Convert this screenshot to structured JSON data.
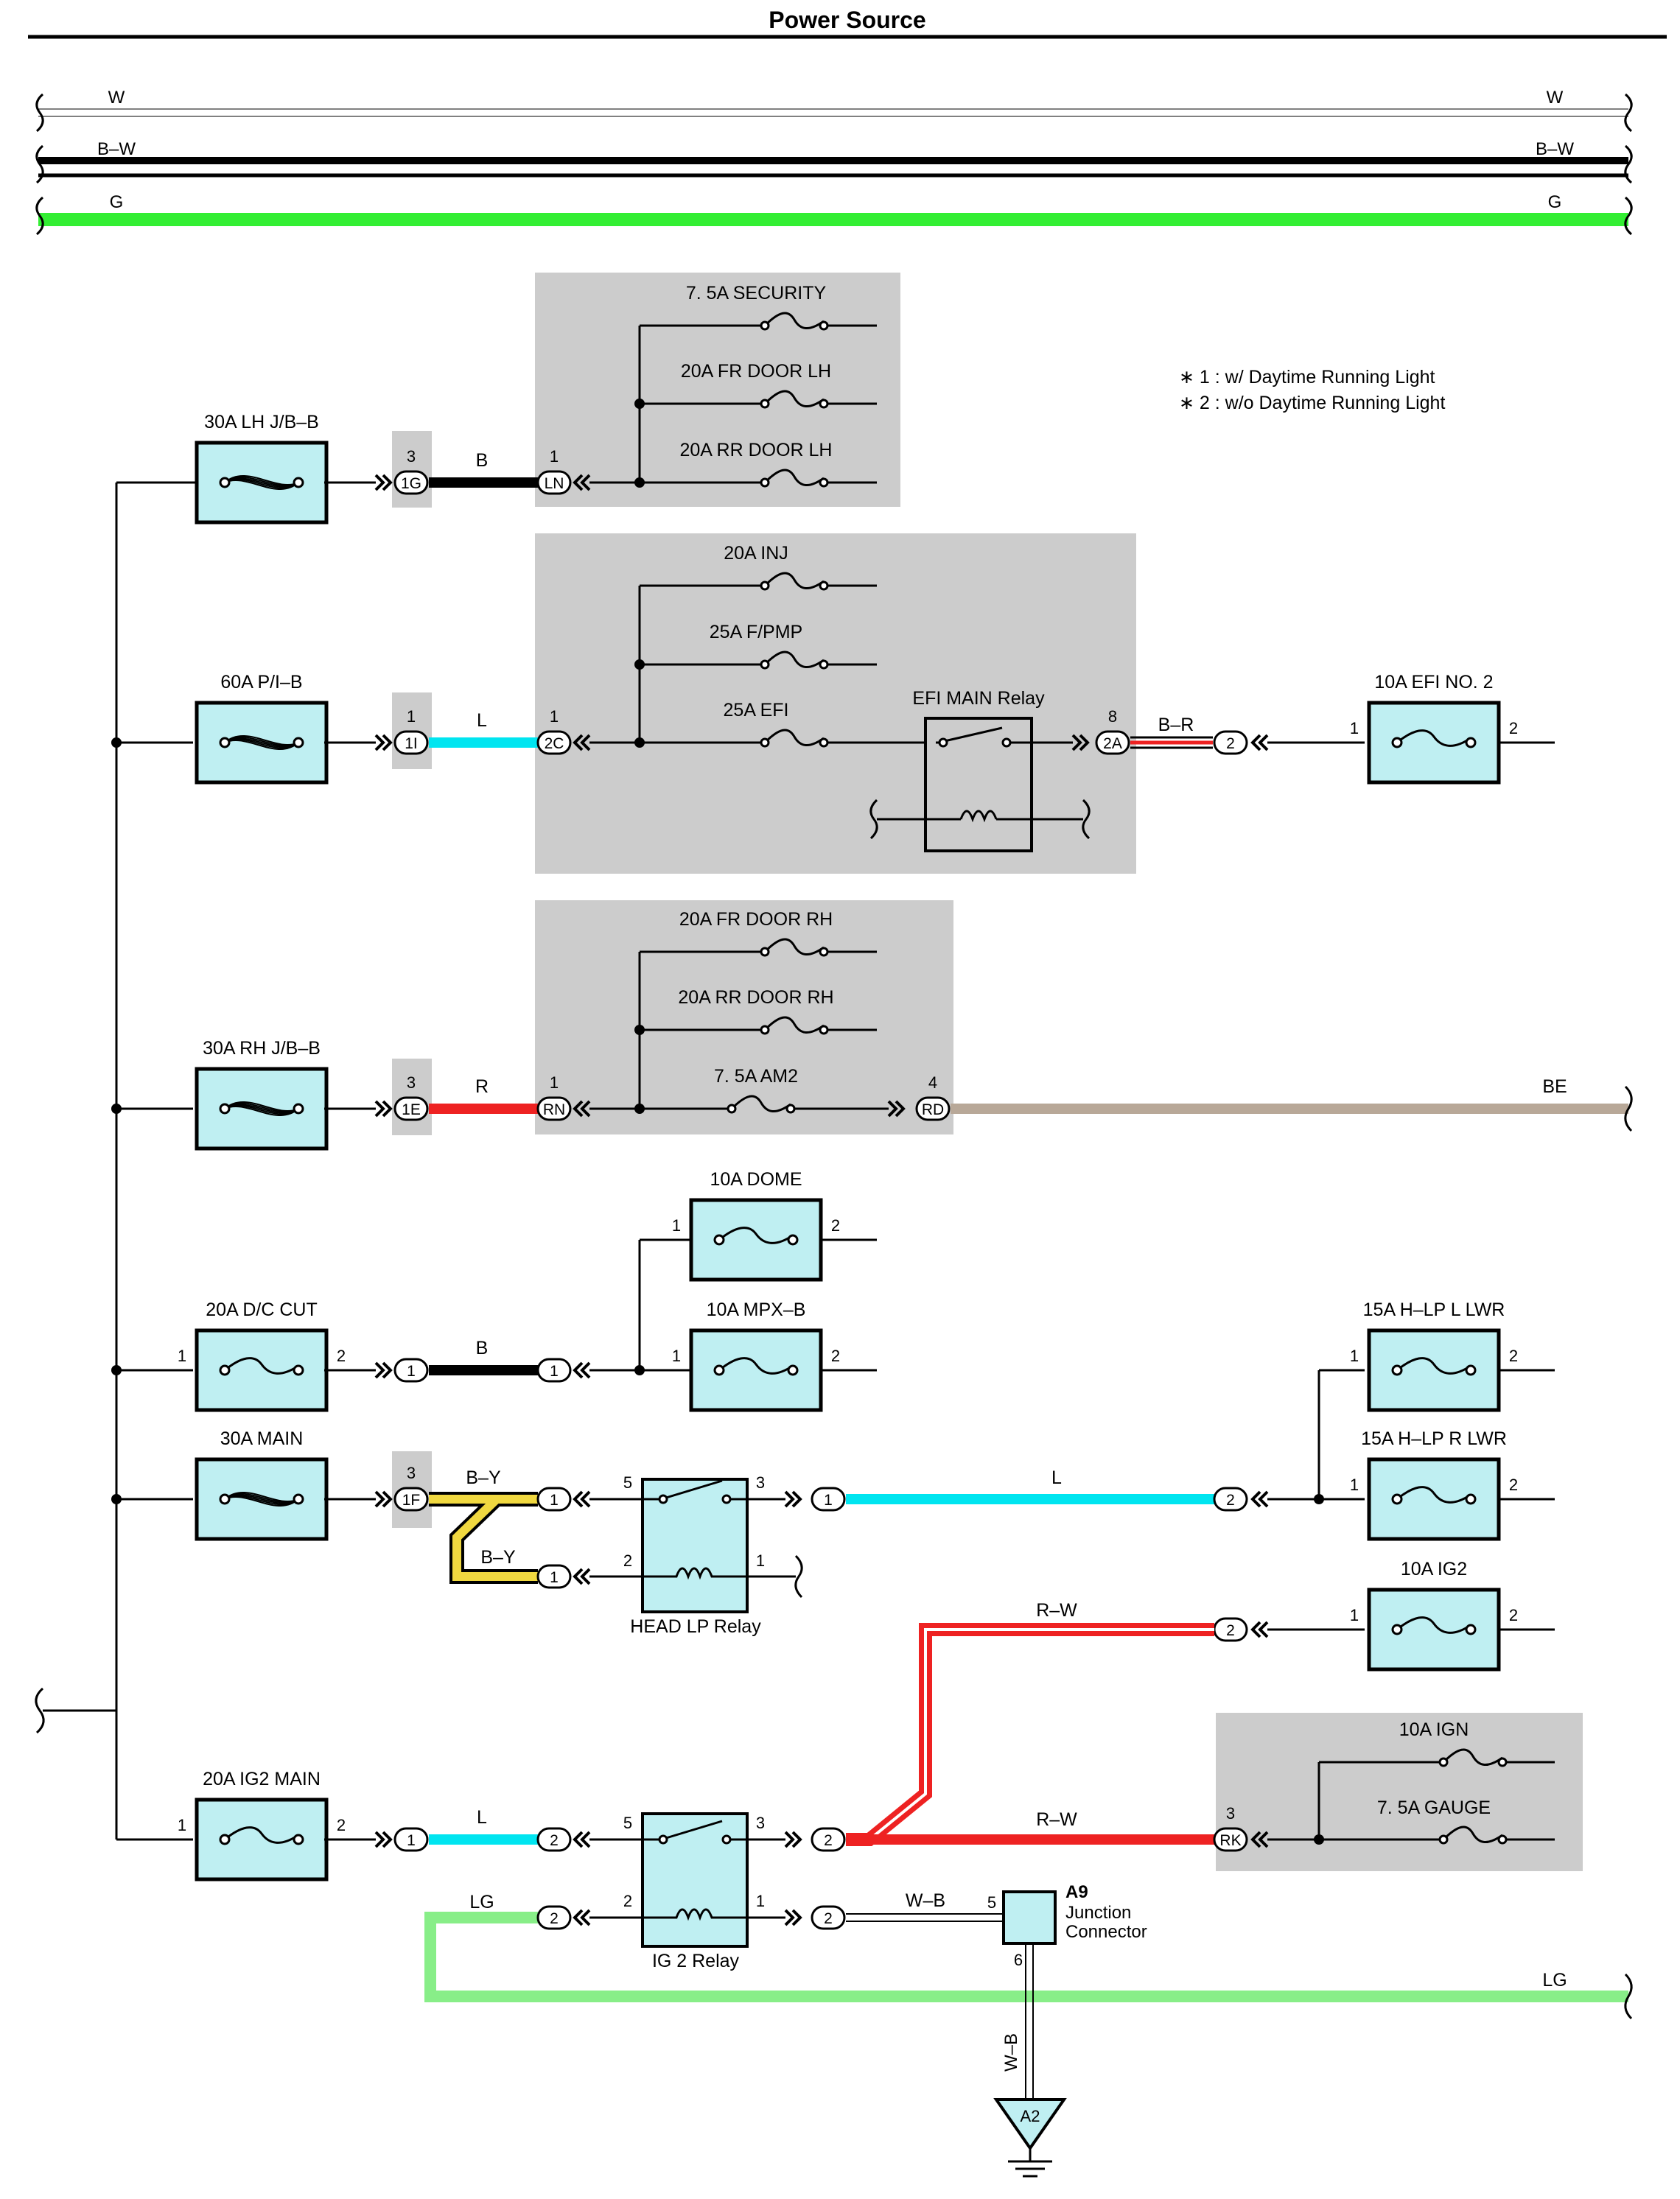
{
  "title": "Power Source",
  "notes": [
    "∗ 1 : w/ Daytime Running Light",
    "∗ 2 : w/o Daytime Running Light"
  ],
  "colors": {
    "fuse_fill": "#bfeff2",
    "junction_block": "#cccccc",
    "wire_G": "#33ee33",
    "wire_L": "#00e5f0",
    "wire_R": "#ee2222",
    "wire_BE": "#b8a898",
    "wire_LG": "#88ee88",
    "wire_BY": "#f0d840"
  },
  "bus_wires": {
    "W": "W",
    "BW": "B–W",
    "G": "G"
  },
  "fuses": {
    "security": "7. 5A SECURITY",
    "fr_door_lh": "20A FR DOOR LH",
    "rr_door_lh": "20A RR DOOR LH",
    "lh_jb": "30A LH J/B–B",
    "inj": "20A INJ",
    "fpmp": "25A F/PMP",
    "efi": "25A EFI",
    "pib": "60A P/I–B",
    "efi2": "10A EFI NO. 2",
    "fr_door_rh": "20A FR DOOR RH",
    "rr_door_rh": "20A RR DOOR RH",
    "am2": "7. 5A AM2",
    "rh_jb": "30A RH J/B–B",
    "dome": "10A DOME",
    "mpxb": "10A MPX–B",
    "dccut": "20A D/C CUT",
    "hlp_l": "15A H–LP L LWR",
    "hlp_r": "15A H–LP R LWR",
    "main": "30A MAIN",
    "ig2": "10A IG2",
    "ign": "10A IGN",
    "gauge": "7. 5A GAUGE",
    "ig2main": "20A IG2 MAIN"
  },
  "relays": {
    "efi_main": "EFI MAIN Relay",
    "head_lp": "HEAD LP Relay",
    "ig2": "IG 2 Relay"
  },
  "junction": {
    "id": "A9",
    "name1": "Junction",
    "name2": "Connector"
  },
  "ground": "A2",
  "connectors": {
    "c1G": "1G",
    "cLN": "LN",
    "c1I": "1I",
    "c2C": "2C",
    "c2A": "2A",
    "c1E": "1E",
    "cRN": "RN",
    "cRD": "RD",
    "c1F": "1F",
    "cRK": "RK"
  },
  "wire_labels": {
    "B": "B",
    "L": "L",
    "BR": "B–R",
    "R": "R",
    "BE": "BE",
    "BY": "B–Y",
    "RW": "R–W",
    "WB": "W–B",
    "LG": "LG"
  }
}
